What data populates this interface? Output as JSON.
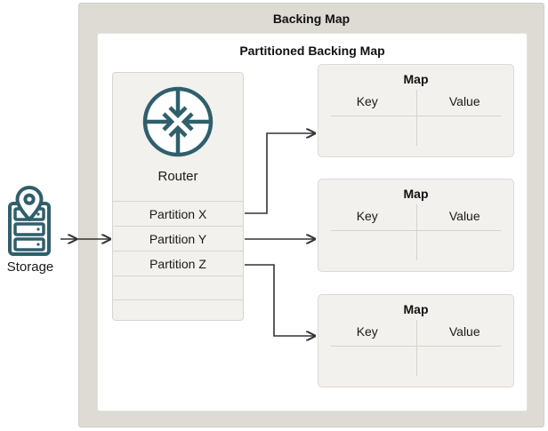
{
  "diagram": {
    "title": "Backing Map",
    "inner_title": "Partitioned Backing Map",
    "colors": {
      "outer_container_bg": "#dedbd5",
      "inner_container_bg": "#ffffff",
      "panel_bg": "#f2f1ee",
      "icon_teal": "#2f5f6b",
      "connector": "#333333",
      "rule": "#d6d2cb",
      "text": "#1a1a1a"
    }
  },
  "storage": {
    "label": "Storage",
    "icon": "storage-pin-icon"
  },
  "router": {
    "label": "Router",
    "icon": "router-converging-arrows-icon"
  },
  "partitions": [
    {
      "label": "Partition X"
    },
    {
      "label": "Partition Y"
    },
    {
      "label": "Partition Z"
    },
    {
      "label": ""
    }
  ],
  "maps": [
    {
      "title": "Map",
      "columns": [
        "Key",
        "Value"
      ]
    },
    {
      "title": "Map",
      "columns": [
        "Key",
        "Value"
      ]
    },
    {
      "title": "Map",
      "columns": [
        "Key",
        "Value"
      ]
    }
  ],
  "connections": [
    {
      "from": "Storage",
      "to": "Partitioned Backing Map"
    },
    {
      "from": "Partition X",
      "to": "Map 1"
    },
    {
      "from": "Partition Y",
      "to": "Map 2"
    },
    {
      "from": "Partition Z",
      "to": "Map 3"
    }
  ]
}
